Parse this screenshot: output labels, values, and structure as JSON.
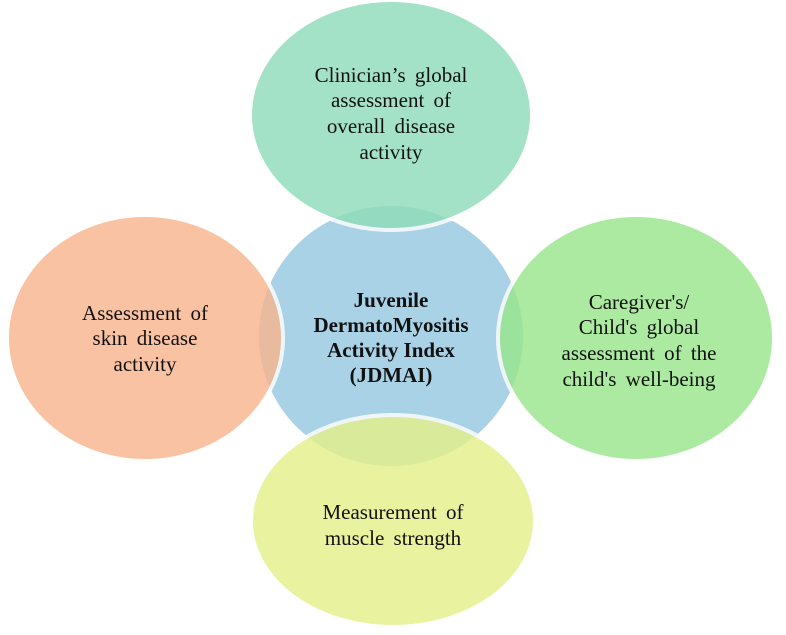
{
  "diagram": {
    "center": {
      "label": "Juvenile\nDermatoMyositis\nActivity Index\n(JDMAI)",
      "color": "#a9d2e6"
    },
    "top": {
      "label": "Clinician’s global\nassessment of\noverall disease\nactivity",
      "color": "#8fdcba"
    },
    "left": {
      "label": "Assessment of\nskin disease\nactivity",
      "color": "#f7b58f"
    },
    "right": {
      "label": "Caregiver's/\nChild's global\nassessment of the\nchild's well-being",
      "color": "#99e68c"
    },
    "bottom": {
      "label": "Measurement of\nmuscle strength",
      "color": "#e4f08a"
    },
    "outline_color": "#ffffff"
  }
}
